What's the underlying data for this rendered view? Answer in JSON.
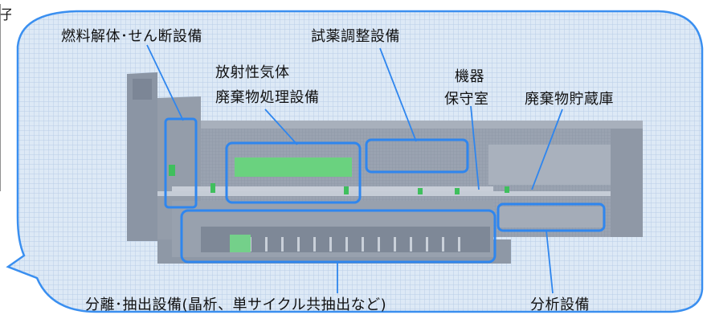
{
  "labels": {
    "edge_char": "子",
    "fuel": "燃料解体･せん断設備",
    "reagent": "試薬調整設備",
    "gas_line1": "放射性気体",
    "gas_line2": "廃棄物処理設備",
    "maint_line1": "機器",
    "maint_line2": "保守室",
    "waste_store": "廃棄物貯蔵庫",
    "separation": "分離･抽出設備(晶析、単サイクル共抽出など)",
    "analysis": "分析設備"
  },
  "colors": {
    "bubble_fill": "#dbe8f6",
    "bubble_grid": "#b7cbe6",
    "outline": "#2f86e6",
    "building_dark": "#7a8494",
    "building_mid": "#9ba4b2",
    "equipment_green": "#5ecb71"
  }
}
